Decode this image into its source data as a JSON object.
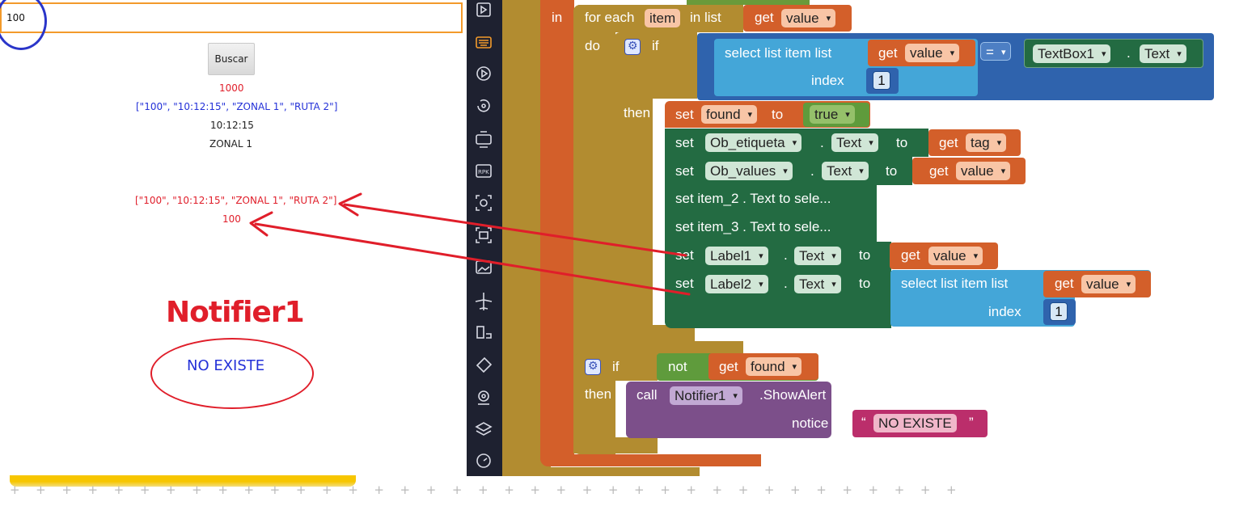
{
  "phone": {
    "search_value": "100",
    "search_button": "Buscar",
    "labels": [
      {
        "text": "1000",
        "color": "#e01e2a"
      },
      {
        "text": "[\"100\", \"10:12:15\", \"ZONAL 1\", \"RUTA 2\"]",
        "color": "#2431d8"
      },
      {
        "text": "10:12:15",
        "color": "#222222"
      },
      {
        "text": "ZONAL 1",
        "color": "#222222"
      }
    ],
    "label1": {
      "text": "[\"100\", \"10:12:15\", \"ZONAL 1\", \"RUTA 2\"]",
      "color": "#e01e2a"
    },
    "label2": {
      "text": "100",
      "color": "#e01e2a"
    },
    "notifier_title": "Notifier1",
    "notifier_message": "NO EXISTE"
  },
  "sidebar": {
    "icons": [
      "user-interface-icon",
      "keyboard-icon",
      "player-icon",
      "rotate-icon",
      "robot-icon",
      "apk-icon",
      "camera-icon",
      "frame-icon",
      "image-icon",
      "airplane-icon",
      "layout-icon",
      "tag-icon",
      "location-icon",
      "layers-icon",
      "gauge-icon"
    ]
  },
  "blocks": {
    "foreach": {
      "kw_in": "in",
      "for_each": "for each",
      "var": "item",
      "in_list": "in list",
      "get": "get",
      "value": "value",
      "do": "do"
    },
    "if1": {
      "if": "if",
      "then": "then"
    },
    "select1": {
      "text": "select list item  list",
      "get": "get",
      "value": "value",
      "index": "index",
      "num": "1"
    },
    "compare": {
      "op": "=",
      "component": "TextBox1",
      "prop": "Text",
      "dot": "."
    },
    "set_found": {
      "set": "set",
      "var": "found",
      "to": "to",
      "value": "true"
    },
    "set_etiqueta": {
      "set": "set",
      "component": "Ob_etiqueta",
      "prop": "Text",
      "to": "to",
      "get": "get",
      "var": "tag"
    },
    "set_values": {
      "set": "set",
      "component": "Ob_values",
      "prop": "Text",
      "to": "to",
      "get": "get",
      "var": "value"
    },
    "set_item2": {
      "text": "set  item_2 . Text  to sele..."
    },
    "set_item3": {
      "text": "set  item_3 . Text  to sele..."
    },
    "set_label1": {
      "set": "set",
      "component": "Label1",
      "prop": "Text",
      "to": "to",
      "get": "get",
      "var": "value"
    },
    "set_label2": {
      "set": "set",
      "component": "Label2",
      "prop": "Text",
      "to": "to",
      "select": "select list item  list",
      "get": "get",
      "var": "value",
      "index": "index",
      "num": "1"
    },
    "if2": {
      "if": "if",
      "not": "not",
      "get": "get",
      "var": "found",
      "then": "then"
    },
    "call": {
      "call": "call",
      "component": "Notifier1",
      "method": ".ShowAlert",
      "notice": "notice",
      "open_quote": "“",
      "close_quote": "”",
      "text": "NO EXISTE"
    }
  },
  "colors": {
    "control": "#b28c30",
    "variable": "#d35f2a",
    "component": "#236b42",
    "logic": "#5f9b3c",
    "list": "#44a6d8",
    "math": "#2f63ad",
    "notifier": "#7c4f8a",
    "text": "#bb2e6b",
    "annotation": "#e01e2a"
  }
}
